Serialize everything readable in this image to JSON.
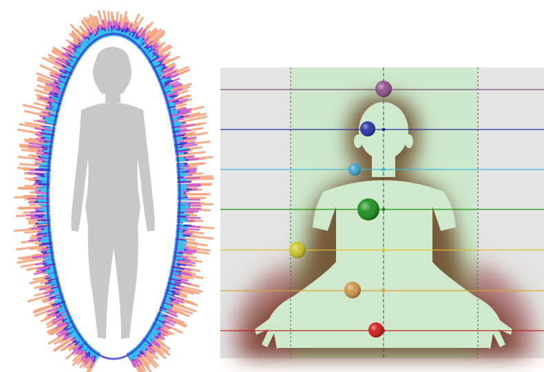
{
  "aura_figure": {
    "colors": {
      "outer": "#f4a07a",
      "mid": "#c85cd6",
      "inner": "#2fc9f2",
      "deep": "#3a3ad0",
      "silhouette": "#c8c8c8"
    }
  },
  "chakra_diagram": {
    "colors": {
      "background": "#e3e3e3",
      "band": "#cde8cc",
      "glow": "#7a5a3a",
      "body": "#cfe9cd"
    },
    "spheres": [
      {
        "level": 7,
        "color": "#8a4a86",
        "label_icon": "crown-sphere"
      },
      {
        "level": 6,
        "color": "#1c2aa0",
        "label_icon": "third-eye-sphere"
      },
      {
        "level": 5,
        "color": "#3aa0c8",
        "label_icon": "throat-sphere"
      },
      {
        "level": 4,
        "color": "#138a13",
        "label_icon": "heart-sphere"
      },
      {
        "level": 3,
        "color": "#c8c020",
        "label_icon": "solar-plexus-sphere"
      },
      {
        "level": 2,
        "color": "#c89040",
        "label_icon": "sacral-sphere"
      },
      {
        "level": 1,
        "color": "#d01010",
        "label_icon": "root-sphere"
      }
    ],
    "lines": [
      {
        "level": 7,
        "color": "#7a4a7a"
      },
      {
        "level": 6,
        "color": "#2a2aa0"
      },
      {
        "level": 5,
        "color": "#3ab8d8"
      },
      {
        "level": 4,
        "color": "#1a8a1a"
      },
      {
        "level": 3,
        "color": "#e0c020"
      },
      {
        "level": 2,
        "color": "#e0a030"
      },
      {
        "level": 1,
        "color": "#c02020"
      }
    ]
  }
}
